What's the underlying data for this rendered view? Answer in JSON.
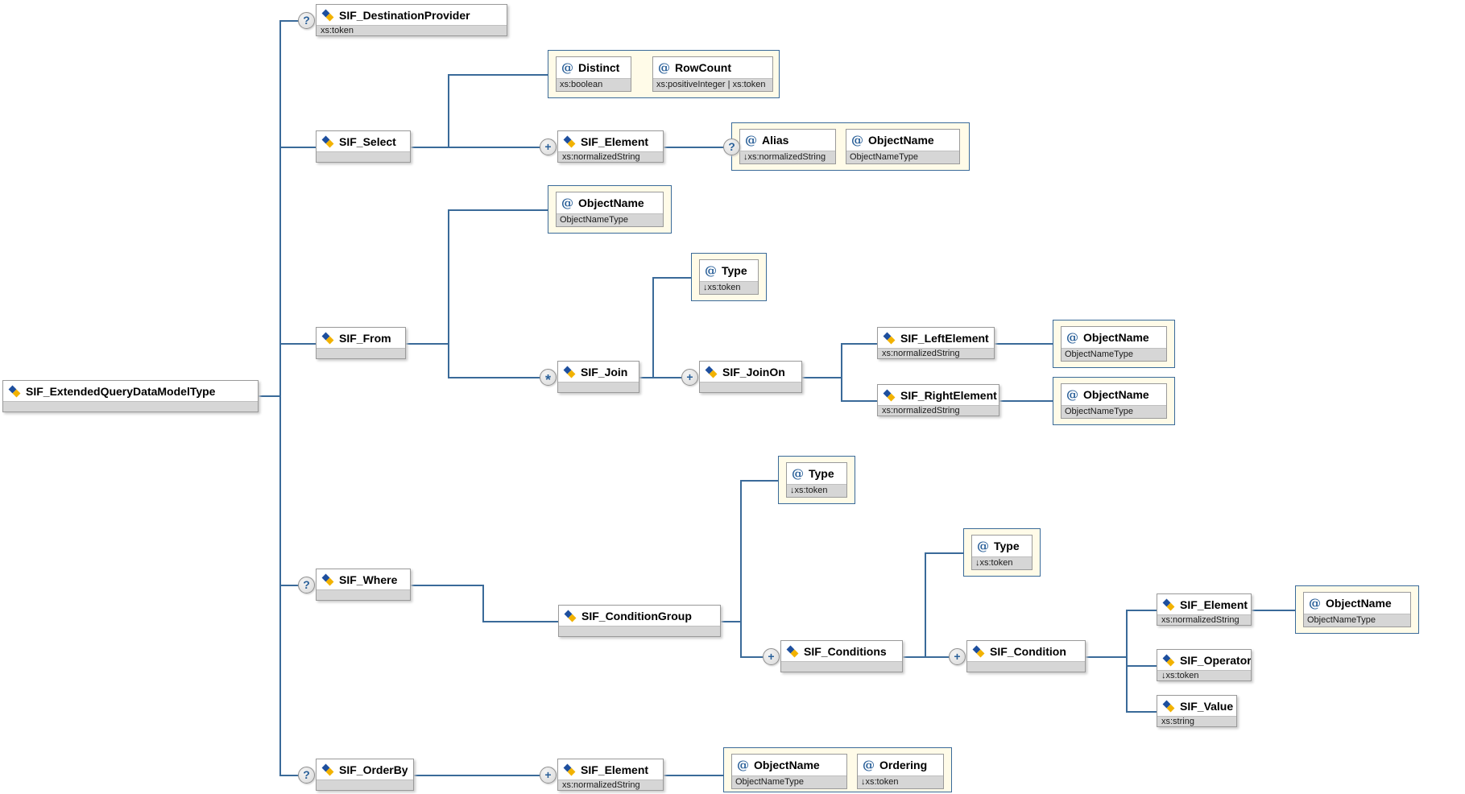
{
  "palette": {
    "connector": "#3a6a99",
    "group_fill": "#fffbe8",
    "box_border": "#9a9a9a",
    "type_strip_fill": "#d6d6d6",
    "glyph_blue": "#2a6099",
    "element_icon_blue": "#1e4f9e",
    "element_icon_yellow": "#f2b200"
  },
  "icons": {
    "attribute_glyph": "@"
  },
  "occurrence_glyphs": {
    "optional": "?",
    "one_or_more": "+",
    "zero_or_more": "*"
  },
  "nodes": {
    "root": {
      "name": "SIF_ExtendedQueryDataModelType"
    },
    "dest_provider": {
      "name": "SIF_DestinationProvider",
      "type": "xs:token"
    },
    "select": {
      "name": "SIF_Select"
    },
    "attr_distinct": {
      "name": "Distinct",
      "type": "xs:boolean"
    },
    "attr_rowcount": {
      "name": "RowCount",
      "type": "xs:positiveInteger | xs:token"
    },
    "select_element": {
      "name": "SIF_Element",
      "type": "xs:normalizedString"
    },
    "attr_alias": {
      "name": "Alias",
      "type": "↓xs:normalizedString"
    },
    "attr_alias_objectname": {
      "name": "ObjectName",
      "type": "ObjectNameType"
    },
    "from": {
      "name": "SIF_From"
    },
    "attr_from_objectname": {
      "name": "ObjectName",
      "type": "ObjectNameType"
    },
    "join": {
      "name": "SIF_Join"
    },
    "attr_join_type": {
      "name": "Type",
      "type": "↓xs:token"
    },
    "join_on": {
      "name": "SIF_JoinOn"
    },
    "left_element": {
      "name": "SIF_LeftElement",
      "type": "xs:normalizedString"
    },
    "attr_left_objectname": {
      "name": "ObjectName",
      "type": "ObjectNameType"
    },
    "right_element": {
      "name": "SIF_RightElement",
      "type": "xs:normalizedString"
    },
    "attr_right_objectname": {
      "name": "ObjectName",
      "type": "ObjectNameType"
    },
    "where": {
      "name": "SIF_Where"
    },
    "condition_group": {
      "name": "SIF_ConditionGroup"
    },
    "attr_cg_type": {
      "name": "Type",
      "type": "↓xs:token"
    },
    "conditions": {
      "name": "SIF_Conditions"
    },
    "attr_conditions_type": {
      "name": "Type",
      "type": "↓xs:token"
    },
    "condition": {
      "name": "SIF_Condition"
    },
    "condition_element": {
      "name": "SIF_Element",
      "type": "xs:normalizedString"
    },
    "attr_condition_objectname": {
      "name": "ObjectName",
      "type": "ObjectNameType"
    },
    "operator": {
      "name": "SIF_Operator",
      "type": "↓xs:token"
    },
    "value": {
      "name": "SIF_Value",
      "type": "xs:string"
    },
    "order_by": {
      "name": "SIF_OrderBy"
    },
    "orderby_element": {
      "name": "SIF_Element",
      "type": "xs:normalizedString"
    },
    "attr_orderby_objectname": {
      "name": "ObjectName",
      "type": "ObjectNameType"
    },
    "attr_ordering": {
      "name": "Ordering",
      "type": "↓xs:token"
    }
  }
}
